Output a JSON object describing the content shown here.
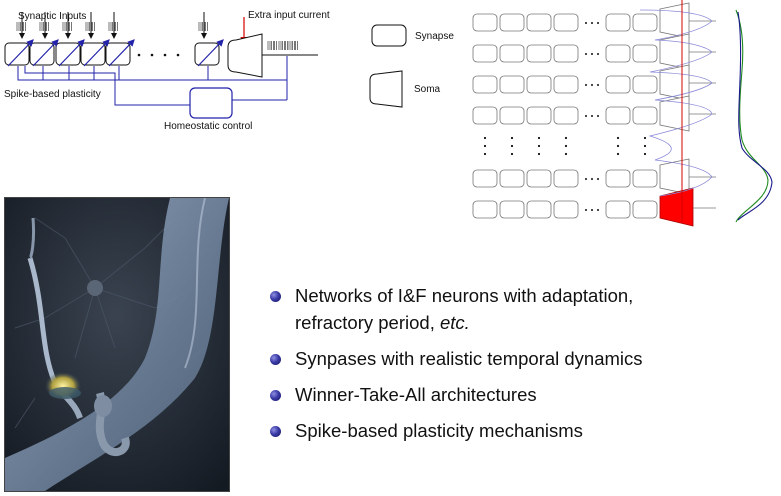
{
  "circuit": {
    "synaptic_inputs": "Synaptic Inputs",
    "extra_input": "Extra input current",
    "spike_plasticity": "Spike-based plasticity",
    "homeostatic": "Homeostatic control"
  },
  "legend": {
    "synapse": "Synapse",
    "soma": "Soma"
  },
  "colors": {
    "wire": "#2222aa",
    "extra_input": "#d40000",
    "soma_fill": "#ff0000",
    "trace_green": "#1e8a1e",
    "trace_blue": "#1a1a8c",
    "bullet": "#3a3aa8"
  },
  "bullets": [
    {
      "line1": "Networks of I&F neurons with adaptation,",
      "line2_prefix": "refractory period, ",
      "line2_em": "etc."
    },
    {
      "text": "Synpases with realistic temporal dynamics"
    },
    {
      "text": "Winner-Take-All architectures"
    },
    {
      "text": "Spike-based plasticity mechanisms"
    }
  ]
}
